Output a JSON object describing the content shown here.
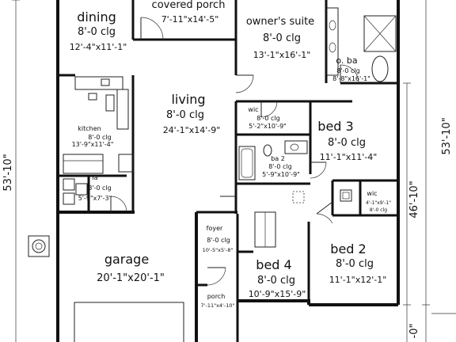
{
  "rooms": {
    "dining": {
      "name": "dining",
      "clg": "8'-0 clg",
      "size": "12'-4\"x11'-1\""
    },
    "covered_porch": {
      "name": "covered porch",
      "size": "7'-11\"x14'-5\""
    },
    "owners_suite": {
      "name": "owner's suite",
      "clg": "8'-0 clg",
      "size": "13'-1\"x16'-1\""
    },
    "o_ba": {
      "name": "o. ba",
      "clg": "8'-0 clg",
      "size": "8'-8\"x16'-1\""
    },
    "living": {
      "name": "living",
      "clg": "8'-0 clg",
      "size": "24'-1\"x14'-9\""
    },
    "kitchen": {
      "name": "kitchen",
      "clg": "8'-0 clg",
      "size": "13'-9\"x11'-4\""
    },
    "wic1": {
      "name": "wic",
      "clg": "8'-0 clg",
      "size": "5'-2\"x10'-9\""
    },
    "bed3": {
      "name": "bed 3",
      "clg": "8'-0 clg",
      "size": "11'-1\"x11'-4\""
    },
    "ba2": {
      "name": "ba 2",
      "clg": "8'-0 clg",
      "size": "5'-9\"x10'-9\""
    },
    "la": {
      "name": "la",
      "clg": "8'-0 clg",
      "size": "5'-9\"x7'-3\""
    },
    "wic2": {
      "name": "wic",
      "clg": "4'-1\"x9'-1\"",
      "size": "8'-0 clg"
    },
    "foyer": {
      "name": "foyer",
      "clg": "8'-0 clg",
      "size": "10'-5\"x5'-8\""
    },
    "garage": {
      "name": "garage",
      "size": "20'-1\"x20'-1\""
    },
    "bed4": {
      "name": "bed 4",
      "clg": "8'-0 clg",
      "size": "10'-9\"x15'-9\""
    },
    "bed2": {
      "name": "bed 2",
      "clg": "8'-0 clg",
      "size": "11'-1\"x12'-1\""
    },
    "porch": {
      "name": "porch",
      "size": "7'-11\"x4'-10\""
    }
  },
  "dimensions": {
    "left_depth": "53'-10\"",
    "right_depth": "53'-10\"",
    "inner_right_depth": "46'-10\"",
    "bottom_right_partial": "-0\""
  },
  "colors": {
    "ink": "#111111",
    "background": "#ffffff"
  }
}
